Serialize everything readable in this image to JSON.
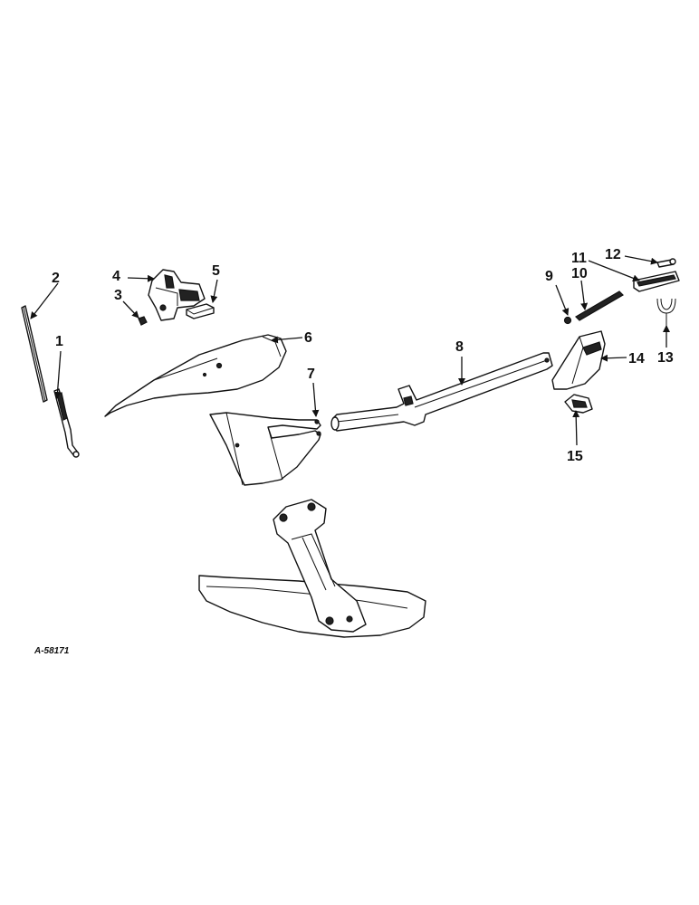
{
  "reference_number": "A-58171",
  "callouts": [
    {
      "id": "1",
      "label": "1"
    },
    {
      "id": "2",
      "label": "2"
    },
    {
      "id": "3",
      "label": "3"
    },
    {
      "id": "4",
      "label": "4"
    },
    {
      "id": "5",
      "label": "5"
    },
    {
      "id": "6",
      "label": "6"
    },
    {
      "id": "7",
      "label": "7"
    },
    {
      "id": "8",
      "label": "8"
    },
    {
      "id": "9",
      "label": "9"
    },
    {
      "id": "10",
      "label": "10"
    },
    {
      "id": "11",
      "label": "11"
    },
    {
      "id": "12",
      "label": "12"
    },
    {
      "id": "13",
      "label": "13"
    },
    {
      "id": "14",
      "label": "14"
    },
    {
      "id": "15",
      "label": "15"
    }
  ],
  "colors": {
    "ink": "#111111",
    "paper": "#ffffff"
  }
}
